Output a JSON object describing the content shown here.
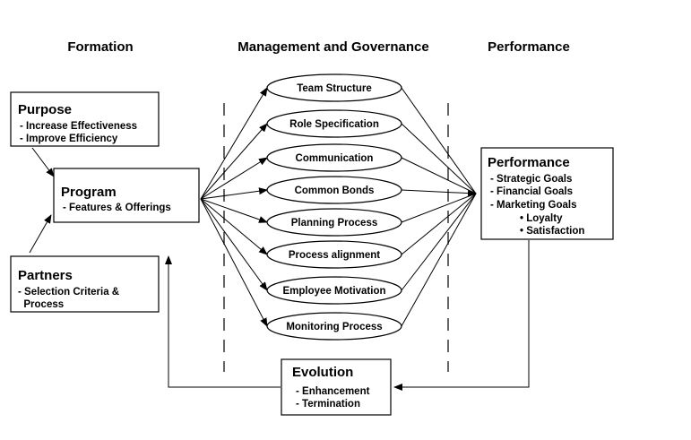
{
  "headings": {
    "formation": "Formation",
    "management": "Management and Governance",
    "performance": "Performance"
  },
  "purpose": {
    "title": "Purpose",
    "lines": [
      "-  Increase Effectiveness",
      "-  Improve Efficiency"
    ]
  },
  "program": {
    "title": "Program",
    "lines": [
      "- Features & Offerings"
    ]
  },
  "partners": {
    "title": "Partners",
    "lines": [
      "- Selection Criteria &",
      "  Process"
    ]
  },
  "processes": [
    "Team Structure",
    "Role Specification",
    "Communication",
    "Common Bonds",
    "Planning Process",
    "Process alignment",
    "Employee Motivation",
    "Monitoring Process"
  ],
  "performance_box": {
    "title": "Performance",
    "lines": [
      "- Strategic Goals",
      "- Financial Goals",
      "- Marketing Goals",
      "• Loyalty",
      "• Satisfaction"
    ]
  },
  "evolution": {
    "title": "Evolution",
    "lines": [
      "- Enhancement",
      "- Termination"
    ]
  }
}
